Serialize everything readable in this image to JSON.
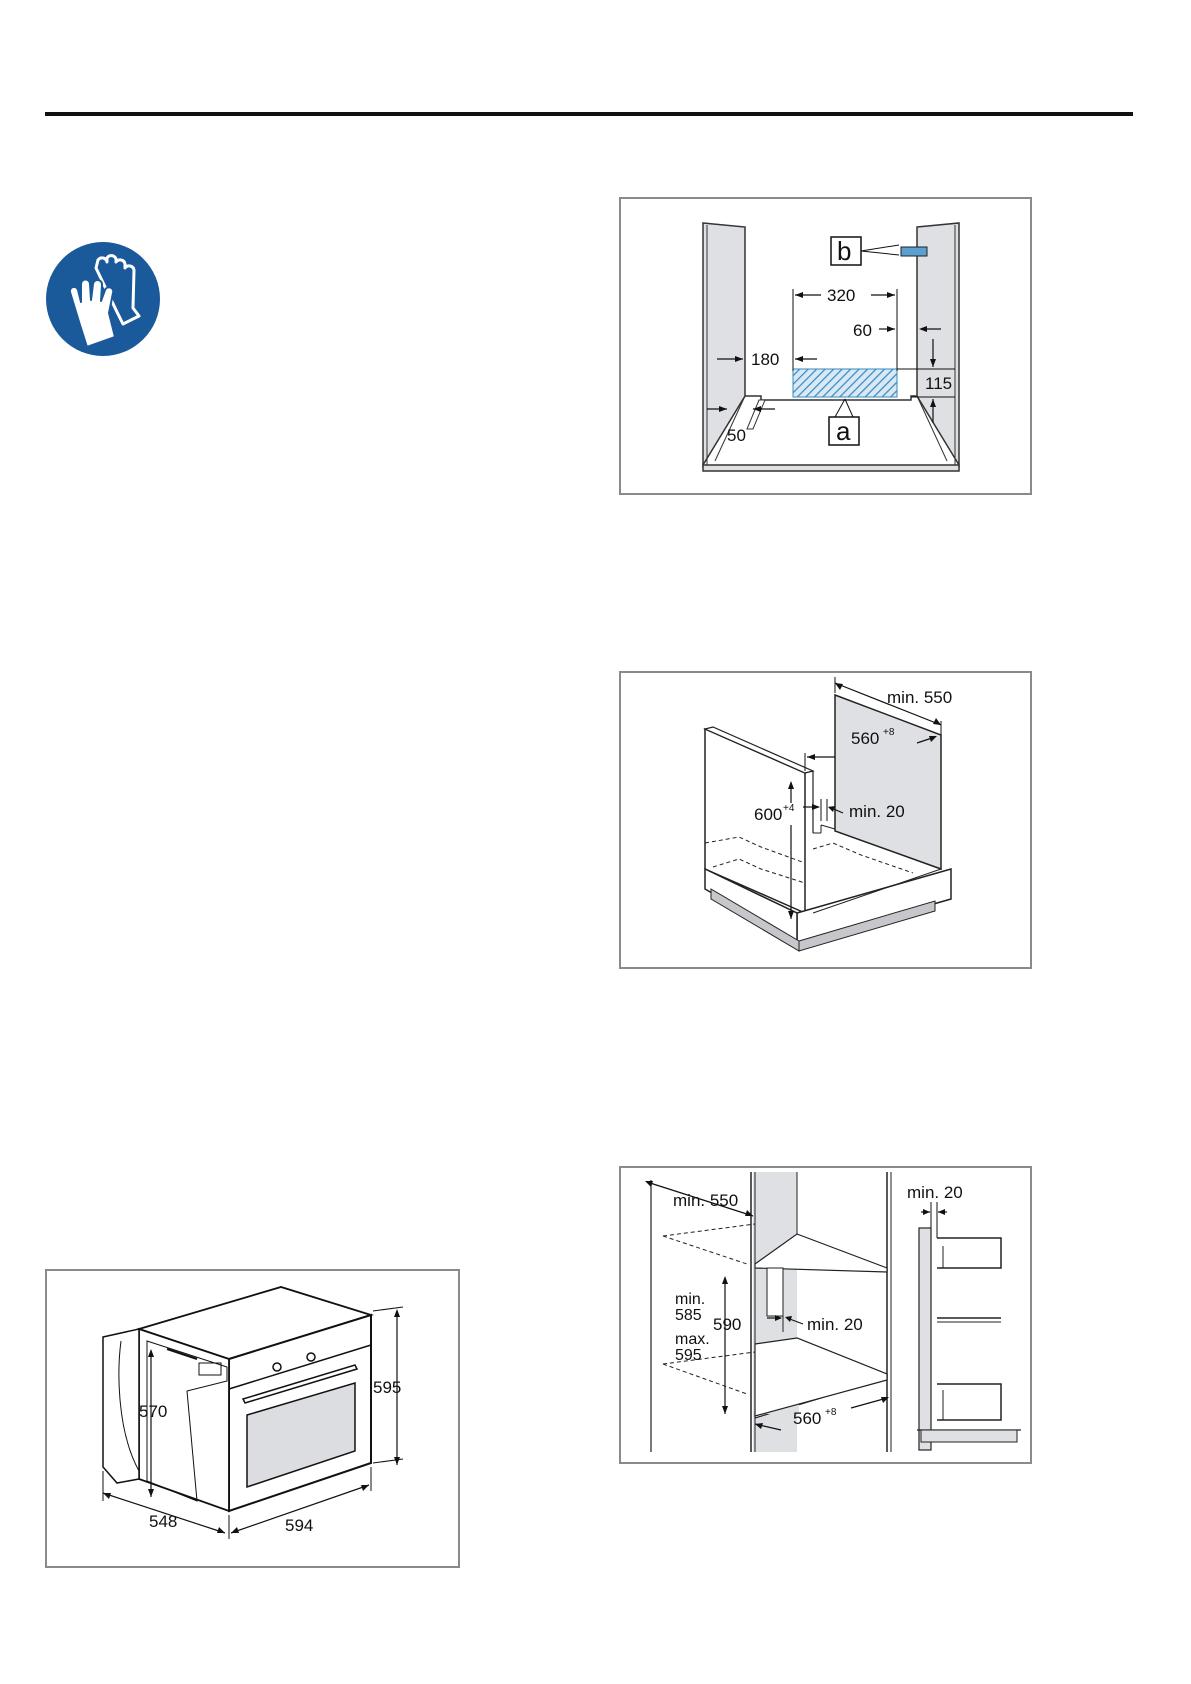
{
  "safety_icon": {
    "name": "protective-gloves-icon",
    "color": "#1a5a9a"
  },
  "figure_cutout": {
    "labels": {
      "top": "320",
      "right_offset": "60",
      "left": "180",
      "height": "115",
      "bottom": "50"
    },
    "callouts": {
      "a": "a",
      "b": "b"
    }
  },
  "figure_undercounter": {
    "labels": {
      "depth": "min. 550",
      "width": "560",
      "width_tol": "+8",
      "height": "600",
      "height_tol": "+4",
      "gap": "min. 20"
    }
  },
  "figure_tall_unit": {
    "labels": {
      "depth": "min. 550",
      "gap_top": "min. 20",
      "h_min": "min.",
      "h_min_val": "585",
      "h_nom": "590",
      "h_max": "max.",
      "h_max_val": "595",
      "gap_side": "min. 20",
      "width": "560",
      "width_tol": "+8"
    }
  },
  "figure_oven": {
    "labels": {
      "height": "595",
      "depth_inner": "570",
      "depth": "548",
      "width": "594"
    }
  },
  "colors": {
    "panel": "#dfe0e4",
    "hatch": "#3a8ac0",
    "frame": "#8a8a8a",
    "rule": "#111111"
  }
}
